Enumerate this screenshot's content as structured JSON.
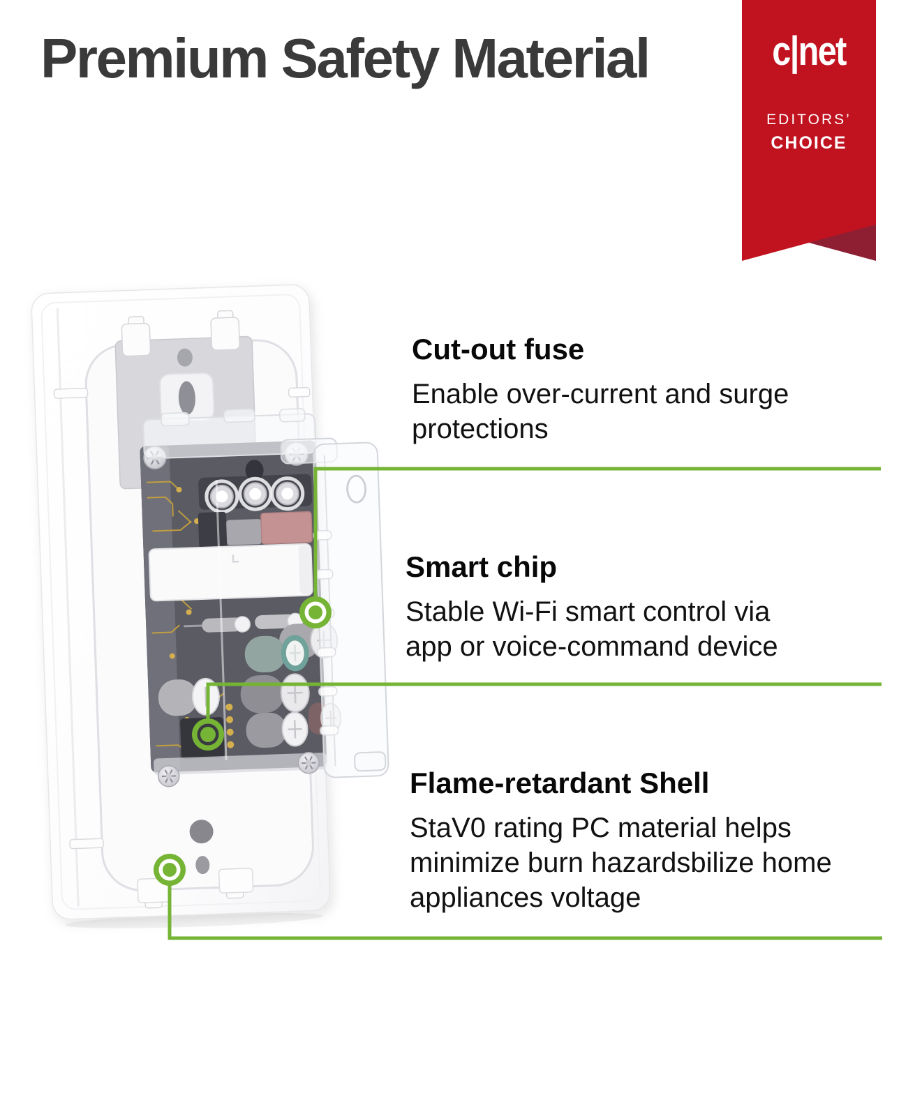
{
  "page": {
    "title": "Premium Safety Material"
  },
  "badge": {
    "logo": "c|net",
    "editors": "EDITORS’",
    "choice": "CHOICE"
  },
  "callouts": [
    {
      "heading": "Cut-out fuse",
      "body": "Enable over-current and surge\nprotections"
    },
    {
      "heading": "Smart chip",
      "body": "Stable Wi-Fi smart control via\napp or voice-command device"
    },
    {
      "heading": "Flame-retardant Shell",
      "body": "StaV0 rating PC material helps\nminimize burn hazardsbilize home\nappliances voltage"
    }
  ],
  "colors": {
    "accent_green": "#76B435",
    "cnet_red": "#C1121F",
    "cnet_fold": "#8E1F33",
    "title_gray": "#3A3A3A"
  },
  "illustration": {
    "label": "smart-wifi-switch-internal-view"
  }
}
